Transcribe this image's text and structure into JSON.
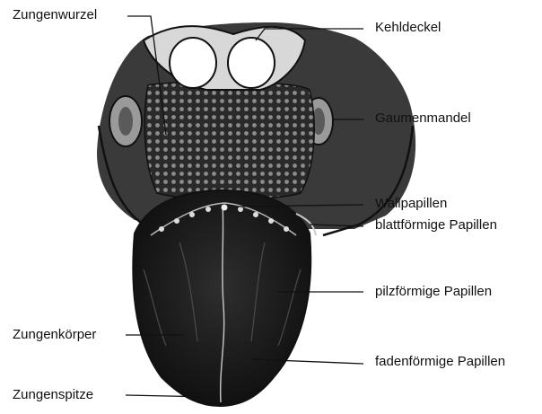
{
  "labels": {
    "zungenwurzel": "Zungenwurzel",
    "kehldeckel": "Kehldeckel",
    "gaumenmandel": "Gaumenmandel",
    "wallpapillen": "Wallpapillen",
    "blattfoermige": "blattförmige Papillen",
    "pilzfoermige": "pilzförmige Papillen",
    "zungenkoerper": "Zungenkörper",
    "fadenfoermige": "fadenförmige Papillen",
    "zungenspitze": "Zungenspitze"
  },
  "colors": {
    "ink": "#111111",
    "tongue_dark": "#1c1c1c",
    "tongue_mid": "#3a3a3a",
    "root_texture": "#555555",
    "tonsil": "#8a8a8a",
    "epiglottis_fill": "#ffffff"
  }
}
